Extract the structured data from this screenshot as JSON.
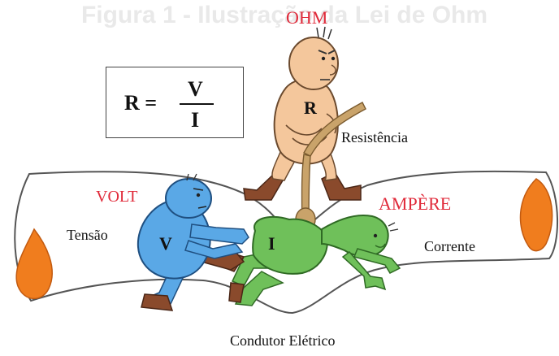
{
  "figure": {
    "faded_caption": "Figura 1 - Ilustração da Lei de Ohm",
    "formula": {
      "lhs": "R =",
      "numerator": "V",
      "denominator": "I"
    },
    "labels": {
      "ohm": "OHM",
      "volt": "VOLT",
      "ampere": "AMPÈRE",
      "resistencia": "Resistência",
      "tensao": "Tensão",
      "corrente": "Corrente",
      "condutor": "Condutor Elétrico"
    },
    "characters": {
      "resistor_letter": "R",
      "volt_letter": "V",
      "current_letter": "I"
    },
    "colors": {
      "resistor_skin": "#f4c79c",
      "volt_skin": "#5aa8e6",
      "current_skin": "#6fc05a",
      "charge_drop": "#f07d1e",
      "shoes": "#8a4a2c",
      "rope": "#8a6a3a",
      "label_red": "#e02a3a"
    }
  }
}
